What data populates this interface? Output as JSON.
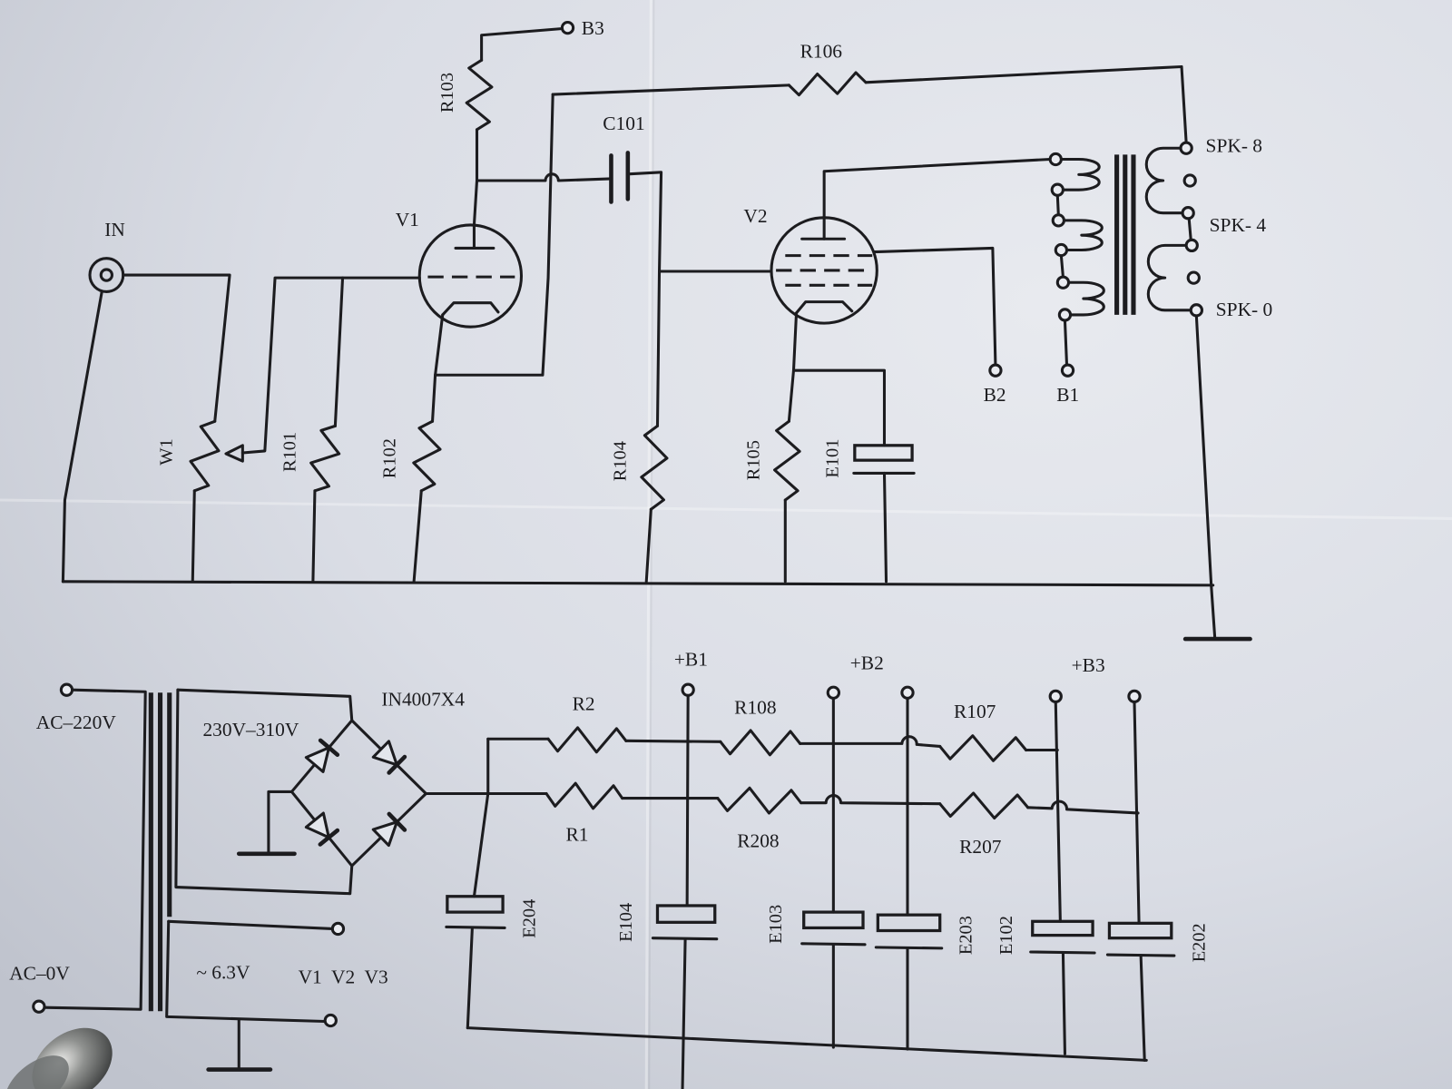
{
  "schematic": {
    "amplifier": {
      "input": "IN",
      "tubes": {
        "v1": "V1",
        "v2": "V2"
      },
      "resistors": {
        "w1": "W1",
        "r101": "R101",
        "r102": "R102",
        "r103": "R103",
        "r104": "R104",
        "r105": "R105",
        "r106": "R106"
      },
      "capacitors": {
        "c101": "C101",
        "e101": "E101"
      },
      "terminals": {
        "b1": "B1",
        "b2": "B2",
        "b3": "B3"
      },
      "speaker": {
        "spk8": "SPK- 8",
        "spk4": "SPK- 4",
        "spk0": "SPK- 0"
      }
    },
    "power_supply": {
      "ac_220": "AC–220V",
      "ac_0": "AC–0V",
      "secondary_hv": "230V–310V",
      "secondary_heater": "~ 6.3V",
      "heater_loads": "V1  V2  V3",
      "rectifier": "IN4007X4",
      "resistors": {
        "r1": "R1",
        "r2": "R2",
        "r107": "R107",
        "r108": "R108",
        "r207": "R207",
        "r208": "R208"
      },
      "rails": {
        "b1": "+B1",
        "b2": "+B2",
        "b3": "+B3"
      },
      "capacitors": {
        "e102": "E102",
        "e103": "E103",
        "e104": "E104",
        "e202": "E202",
        "e203": "E203",
        "e204": "E204"
      }
    }
  },
  "colors": {
    "ink": "#1c1c1f",
    "paper": "#d9dce4"
  }
}
